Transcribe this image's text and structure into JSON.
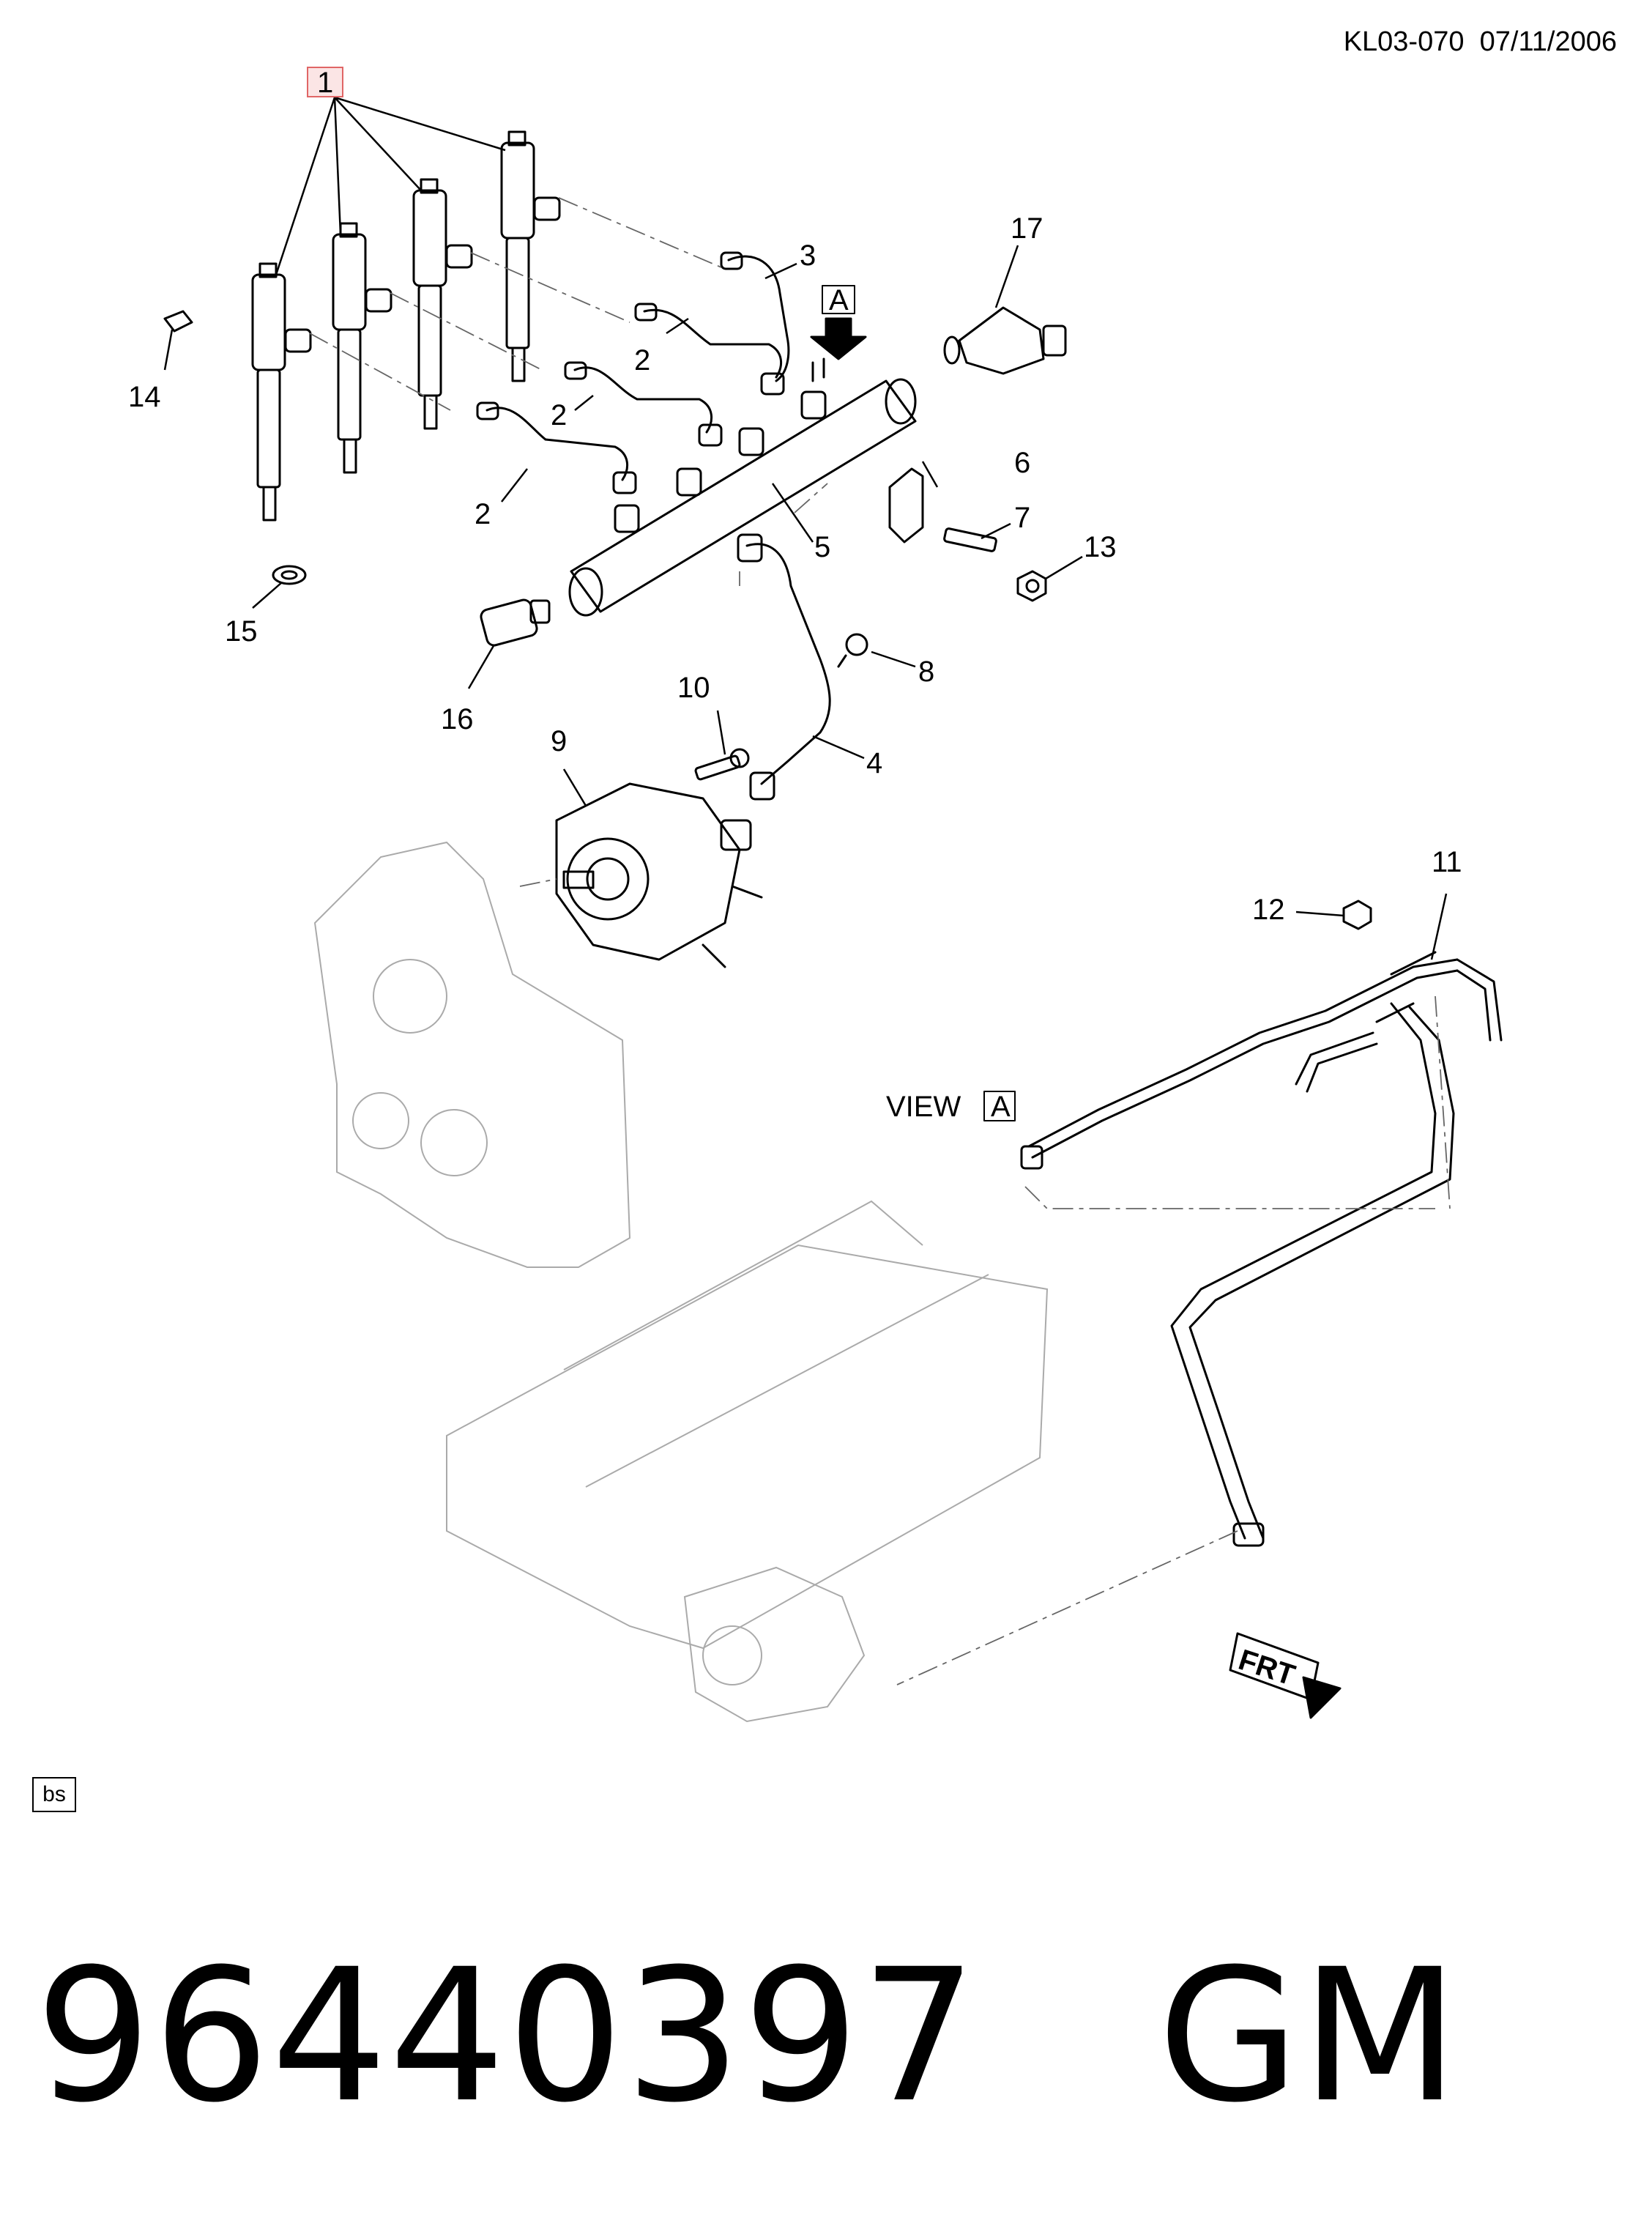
{
  "header": {
    "doc_id": "KL03-070",
    "date": "07/11/2006"
  },
  "callouts": {
    "c1": "1",
    "c2a": "2",
    "c2b": "2",
    "c2c": "2",
    "c3": "3",
    "c4": "4",
    "c5": "5",
    "c6": "6",
    "c7": "7",
    "c8": "8",
    "c9": "9",
    "c10": "10",
    "c11": "11",
    "c12": "12",
    "c13": "13",
    "c14": "14",
    "c15": "15",
    "c16": "16",
    "c17": "17"
  },
  "view_marker": {
    "box_letter": "A",
    "view_text": "VIEW",
    "view_letter": "A"
  },
  "front_marker": "FRT",
  "footer": {
    "bs_label": "bs",
    "part_number": "96440397",
    "brand": "GM"
  },
  "colors": {
    "line": "#000000",
    "ghost": "#999999",
    "highlight_box": "#e06666"
  }
}
